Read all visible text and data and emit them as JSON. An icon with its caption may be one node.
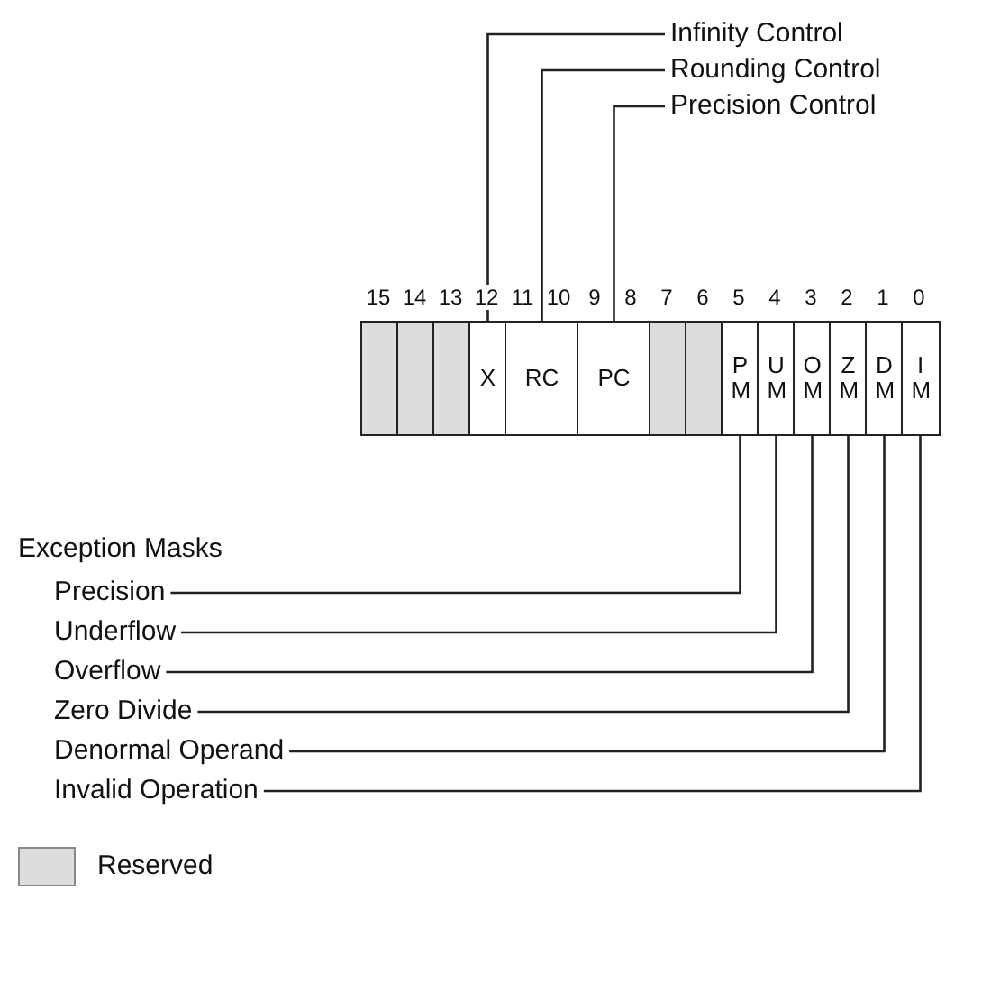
{
  "diagram": {
    "nodes": [
      {
        "text": [
          "Infinity Control"
        ]
      },
      {
        "text": [
          "Rounding Control"
        ]
      },
      {
        "text": [
          "Precision Control"
        ]
      },
      {
        "text": [],
        "shape": "box"
      },
      {
        "text": [],
        "shape": "box"
      },
      {
        "text": [],
        "shape": "box"
      },
      {
        "text": [
          "X"
        ]
      },
      {
        "text": [
          "RC"
        ]
      },
      {
        "text": [
          "PC"
        ]
      },
      {
        "text": [],
        "shape": "box"
      },
      {
        "text": [],
        "shape": "box"
      },
      {
        "text": [
          "P M"
        ]
      },
      {
        "text": [
          "U M"
        ]
      },
      {
        "text": [
          "O M"
        ]
      },
      {
        "text": [
          "Z M"
        ]
      },
      {
        "text": [
          "D M"
        ]
      },
      {
        "text": [
          "I M"
        ]
      },
      {
        "text": [
          "Precision"
        ]
      },
      {
        "text": [
          "Underflow"
        ]
      },
      {
        "text": [
          "Overflow"
        ]
      },
      {
        "text": [
          "Zero Divide"
        ]
      },
      {
        "text": [
          "Denormal Operand"
        ]
      },
      {
        "text": [
          "Invalid Operation"
        ]
      }
    ],
    "edges": [
      {
        "from": 0,
        "to": 6,
        "arrow": "none"
      },
      {
        "from": 1,
        "to": 7,
        "arrow": "none"
      },
      {
        "from": 2,
        "to": 8,
        "arrow": "none"
      },
      {
        "from": 17,
        "to": 11,
        "arrow": "none"
      },
      {
        "from": 18,
        "to": 12,
        "arrow": "none"
      },
      {
        "from": 19,
        "to": 13,
        "arrow": "none"
      },
      {
        "from": 20,
        "to": 14,
        "arrow": "none"
      },
      {
        "from": 21,
        "to": 15,
        "arrow": "none"
      },
      {
        "from": 22,
        "to": 16,
        "arrow": "none"
      }
    ],
    "labels": [
      "15",
      "14",
      "13",
      "12",
      "11",
      "10",
      "9",
      "8",
      "7",
      "6",
      "5",
      "4",
      "3",
      "2",
      "1",
      "0",
      "Exception Masks"
    ],
    "legend": [
      {
        "text": "Reserved",
        "color": "#dddddd"
      }
    ]
  }
}
